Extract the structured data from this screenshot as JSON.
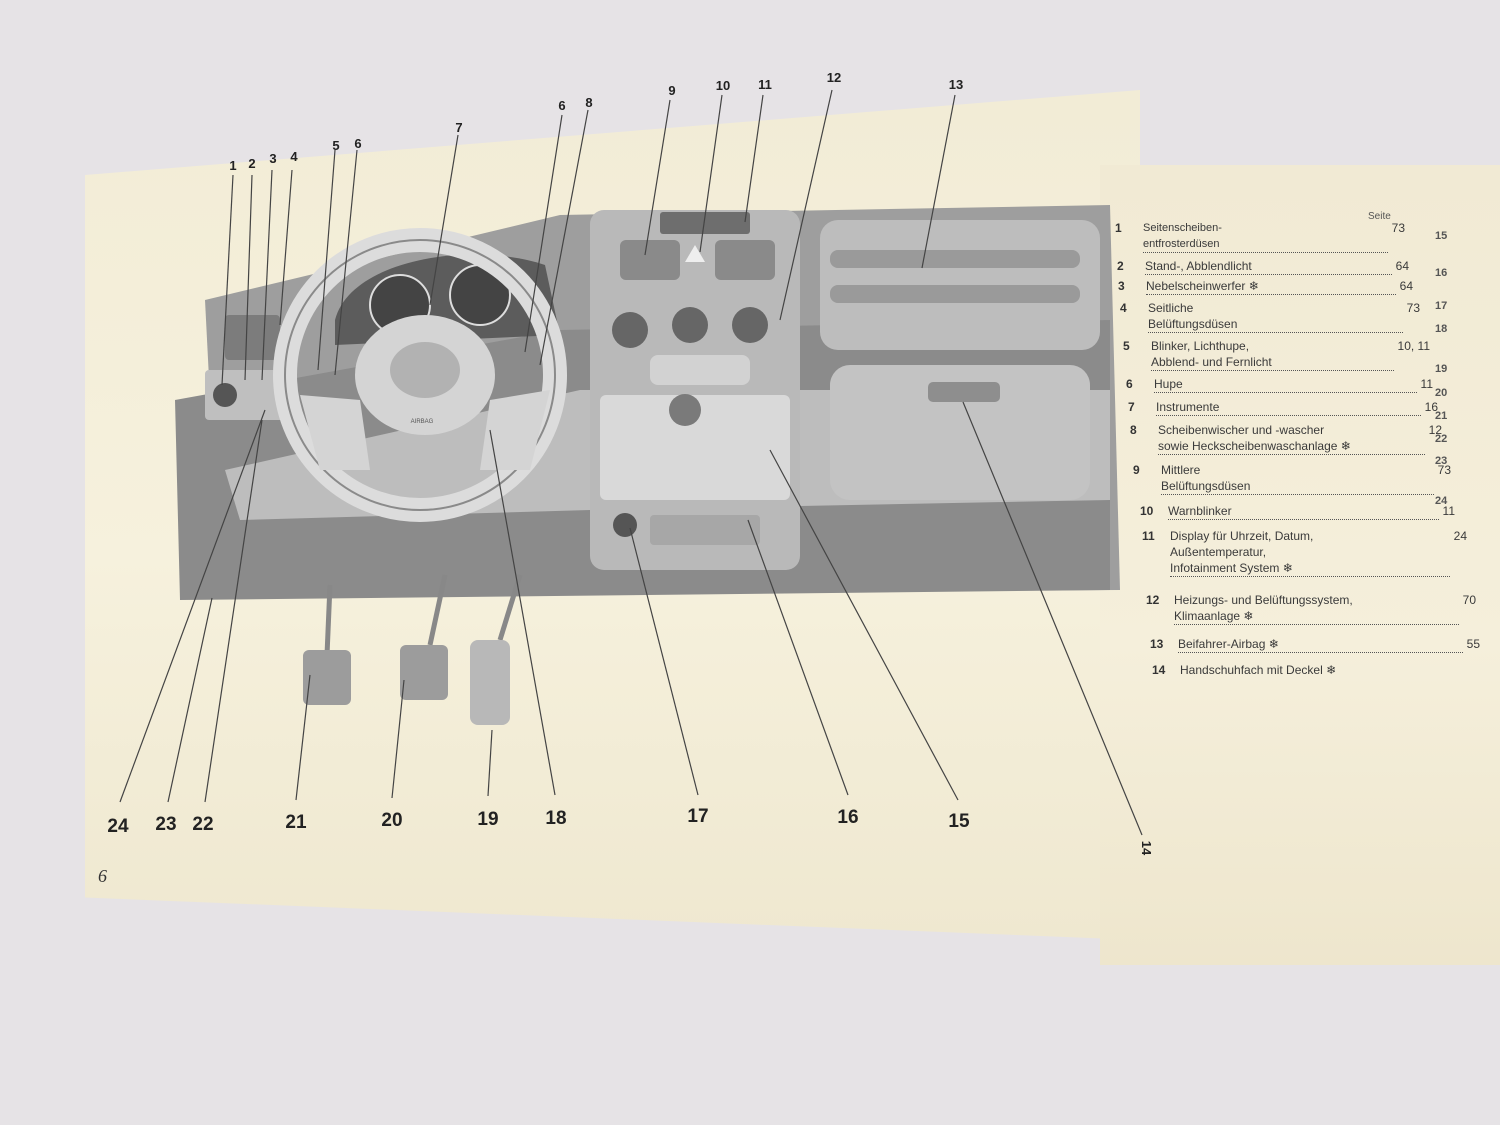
{
  "page_number": "6",
  "seite_label": "Seite",
  "callouts_top": [
    "1",
    "2",
    "3",
    "4",
    "5",
    "6",
    "7",
    "6",
    "8",
    "9",
    "10",
    "11",
    "12",
    "13"
  ],
  "callouts_bottom": [
    "24",
    "23",
    "22",
    "21",
    "20",
    "19",
    "18",
    "17",
    "16",
    "15",
    "14"
  ],
  "airbag_text": "AIRBAG",
  "legend": [
    {
      "n": "1",
      "text": "Seitenscheiben-\nentfrosterdüsen",
      "page": "73"
    },
    {
      "n": "2",
      "text": "Stand-, Abblendlicht",
      "page": "64"
    },
    {
      "n": "3",
      "text": "Nebelscheinwerfer ❄",
      "page": "64"
    },
    {
      "n": "4",
      "text": "Seitliche\nBelüftungsdüsen",
      "page": "73"
    },
    {
      "n": "5",
      "text": "Blinker, Lichthupe,\nAbblend- und Fernlicht",
      "page": "10, 11"
    },
    {
      "n": "6",
      "text": "Hupe",
      "page": "11"
    },
    {
      "n": "7",
      "text": "Instrumente",
      "page": "16"
    },
    {
      "n": "8",
      "text": "Scheibenwischer und -wascher\nsowie Heckscheibenwaschanlage ❄",
      "page": "12"
    },
    {
      "n": "9",
      "text": "Mittlere\nBelüftungsdüsen",
      "page": "73"
    },
    {
      "n": "10",
      "text": "Warnblinker",
      "page": "11"
    },
    {
      "n": "11",
      "text": "Display für Uhrzeit, Datum,\nAußentemperatur,\nInfotainment System ❄",
      "page": "24"
    },
    {
      "n": "12",
      "text": "Heizungs- und Belüftungssystem,\nKlimaanlage ❄",
      "page": "70"
    },
    {
      "n": "13",
      "text": "Beifahrer-Airbag ❄",
      "page": "55"
    },
    {
      "n": "14",
      "text": "Handschuhfach mit Deckel ❄",
      "page": ""
    }
  ],
  "edge_numbers": [
    "15",
    "16",
    "17",
    "18",
    "19",
    "20",
    "21",
    "22",
    "23",
    "24"
  ]
}
